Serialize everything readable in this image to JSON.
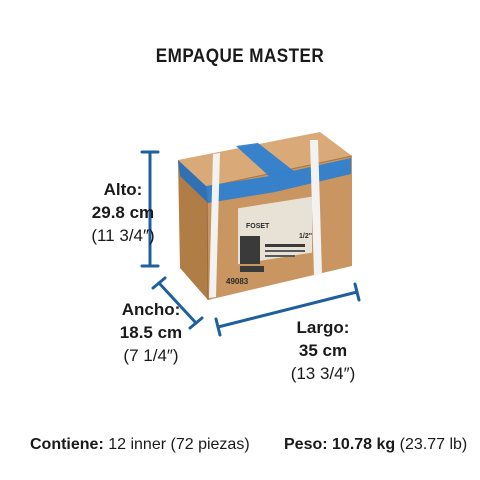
{
  "title": "EMPAQUE MASTER",
  "dimensions": {
    "alto": {
      "label": "Alto:",
      "value": "29.8 cm",
      "inches": "(11 3/4″)"
    },
    "ancho": {
      "label": "Ancho:",
      "value": "18.5 cm",
      "inches": "(7 1/4″)"
    },
    "largo": {
      "label": "Largo:",
      "value": "35 cm",
      "inches": "(13 3/4″)"
    }
  },
  "box": {
    "brand": "FOSET",
    "code": "49083",
    "size": "1/2\"",
    "colors": {
      "cardboard_front": "#c99560",
      "cardboard_side": "#b07d47",
      "cardboard_top": "#d9a978",
      "tape": "#2f7fd0",
      "strap": "#f2f2f2"
    }
  },
  "footer": {
    "contiene_label": "Contiene:",
    "contiene_value": "12 inner (72 piezas)",
    "peso_label": "Peso:",
    "peso_value": "10.78 kg",
    "peso_lb": "(23.77 lb)"
  },
  "colors": {
    "arrow": "#1f5f9e",
    "text": "#1a1a1a"
  }
}
